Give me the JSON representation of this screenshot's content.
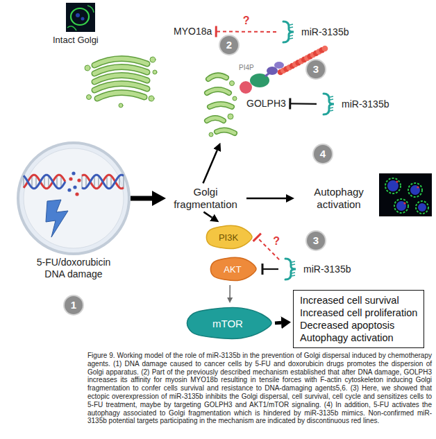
{
  "diagram": {
    "caption": "Figure 9. Working model of the role of miR-3135b in the prevention of Golgi dispersal induced by chemotherapy agents. (1) DNA damage caused to cancer cells by 5-FU and doxorubicin drugs promotes the dispersion of Golgi apparatus. (2) Part of the previously described mechanism established that after DNA damage, GOLPH3 increases its affinity for myosin MYO18b resulting in tensile forces with F-actin cytoskeleton inducing Golgi fragmentation to confer cells survival and resistance to DNA-damaging agents5,6. (3) Here, we showed that ectopic overexpression of miR-3135b inhibits the Golgi dispersal, cell survival, cell cycle and sensitizes cells to 5-FU treatment, maybe by targeting GOLPH3 and AKT1/mTOR signaling. (4) In addition, 5-FU activates the autophagy associated to Golgi fragmentation which is hindered by miR-3135b mimics. Non-confirmed miR-3135b potential targets participating in the mechanism are indicated by discontinuous red lines.",
    "nodes": [
      {
        "text": [
          "5-FU/doxorubicin DNA damage"
        ]
      },
      {
        "text": [
          "Golgi fragmentation"
        ]
      },
      {
        "text": [
          "PI4P"
        ]
      },
      {
        "text": [
          "MYO18a"
        ]
      },
      {
        "text": [
          "miR-3135b"
        ]
      },
      {
        "text": [
          "GOLPH3"
        ]
      },
      {
        "text": [
          "miR-3135b"
        ]
      },
      {
        "text": [
          "Autophagy activation"
        ]
      },
      {
        "text": [
          "PI3K"
        ]
      },
      {
        "text": [
          "AKT"
        ]
      },
      {
        "text": [
          "miR-3135b"
        ]
      },
      {
        "text": [
          "mTOR"
        ]
      },
      {
        "text": [
          "Increased cell survival",
          "Increased cell proliferation",
          "Decreased apoptosis",
          "Autophagy activation"
        ]
      }
    ],
    "edges": [
      {
        "from": 0,
        "to": 1,
        "arrow": "to"
      },
      {
        "from": 1,
        "to": 2,
        "arrow": "to"
      },
      {
        "from": 1,
        "to": 7,
        "arrow": "to"
      },
      {
        "from": 1,
        "to": 8,
        "arrow": "to"
      },
      {
        "from": 9,
        "to": 11,
        "arrow": "to"
      },
      {
        "from": 11,
        "to": 12,
        "arrow": "to"
      },
      {
        "from": 4,
        "to": 3,
        "arrow": "to",
        "label": "?"
      },
      {
        "from": 6,
        "to": 5,
        "arrow": "to"
      },
      {
        "from": 10,
        "to": 9,
        "arrow": "to"
      },
      {
        "from": 10,
        "to": 8,
        "arrow": "to",
        "label": "?"
      }
    ],
    "labels": [
      "Intact Golgi",
      "2",
      "3",
      "4",
      "3",
      "1"
    ]
  }
}
